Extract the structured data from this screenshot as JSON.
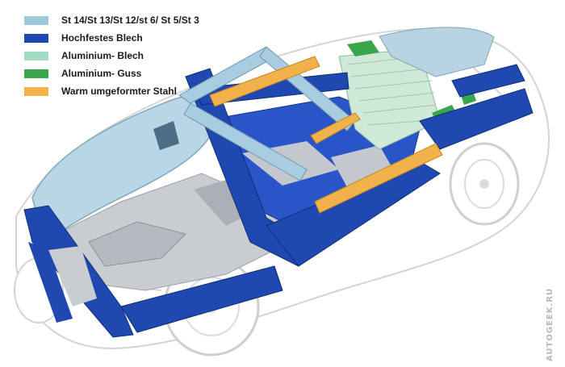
{
  "legend": {
    "items": [
      {
        "label": "St 14/St 13/St 12/st 6/ St 5/St 3",
        "color": "#9ec8dc"
      },
      {
        "label": "Hochfestes Blech",
        "color": "#1f49b0"
      },
      {
        "label": "Aluminium- Blech",
        "color": "#a3dcc4"
      },
      {
        "label": "Aluminium- Guss",
        "color": "#3aa64a"
      },
      {
        "label": "Warm umgeformter Stahl",
        "color": "#f2b24a"
      }
    ]
  },
  "watermark": "AUTOGEEK.RU",
  "illustration": {
    "subject": "car-body-in-white-cutaway",
    "colors": {
      "outline": "#d8d8d8",
      "steel_blue": "#1f49b0",
      "light_steel": "#9ec8dc",
      "hot_formed": "#f2b24a",
      "aluminium_cast": "#3aa64a",
      "aluminium_sheet": "#a3dcc4",
      "grey_part": "#c9cdd2"
    }
  }
}
